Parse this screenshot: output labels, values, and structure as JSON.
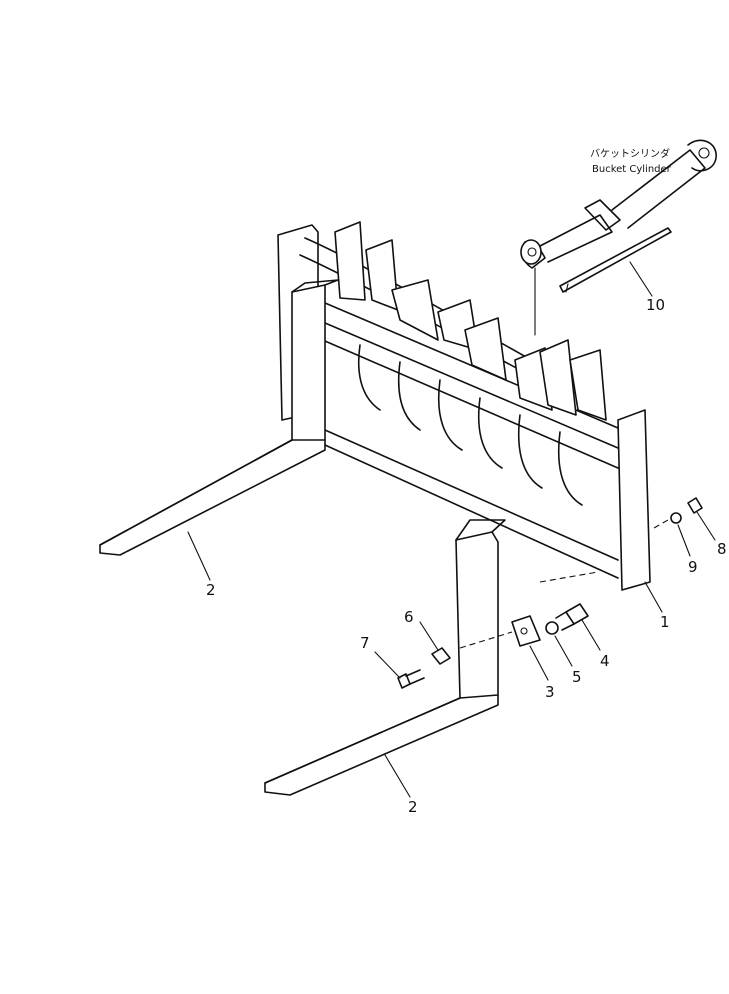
{
  "labels": {
    "cylinder_jp": "バケットシリンダ",
    "cylinder_en": "Bucket Cylinder"
  },
  "callouts": {
    "c1": "1",
    "c2a": "2",
    "c2b": "2",
    "c3": "3",
    "c4": "4",
    "c5": "5",
    "c6": "6",
    "c7": "7",
    "c8": "8",
    "c9": "9",
    "c10": "10"
  }
}
